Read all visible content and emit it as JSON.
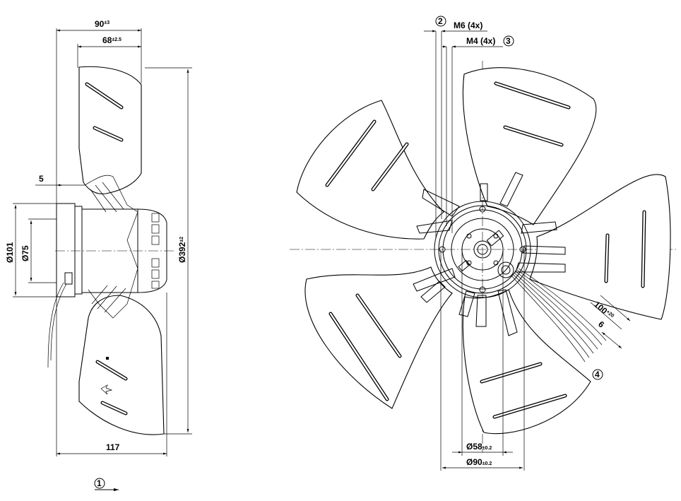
{
  "side_view": {
    "dim_width_total": {
      "base": "90",
      "tol": "±3"
    },
    "dim_width_blade": {
      "base": "68",
      "tol": "±2.5"
    },
    "dim_flange": "5",
    "dim_dia_101": "Ø101",
    "dim_dia_75": "Ø75",
    "dim_dia_392": {
      "base": "Ø392",
      "tol": "±2"
    },
    "dim_length": "117",
    "callout_airflow": "1"
  },
  "front_view": {
    "callout_2": "2",
    "label_m6": "M6 (4x)",
    "label_m4": "M4 (4x)",
    "callout_3": "3",
    "dim_cable": {
      "base": "100",
      "tol": "+20"
    },
    "dim_strip": "6",
    "callout_4": "4",
    "dim_dia_58": {
      "base": "Ø58",
      "tol": "±0.2"
    },
    "dim_dia_90": {
      "base": "Ø90",
      "tol": "±0.2"
    }
  }
}
